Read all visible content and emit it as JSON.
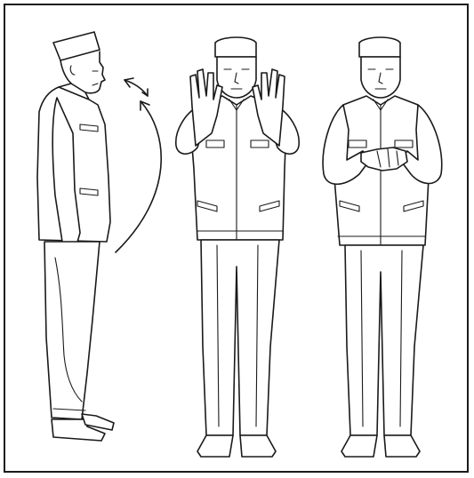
{
  "illustration": {
    "figures": [
      {
        "pose": "standing-profile",
        "icon": "head-turn-arrow-icon"
      },
      {
        "pose": "hands-raised"
      },
      {
        "pose": "hands-folded"
      }
    ],
    "colors": {
      "line": "#1a1a1a",
      "background": "#ffffff",
      "border": "#1a1a1a"
    }
  }
}
